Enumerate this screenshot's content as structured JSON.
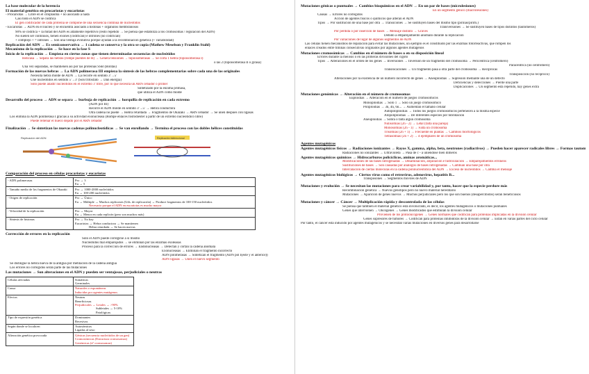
{
  "left": {
    "title": "La base molecular de la herencia",
    "subtitle": "El material genético en procariotas y eucariotas",
    "lines1": [
      "- Procariotas → Libre en el citoplasma + no asociado a nada",
      "Casi todo el ADN se codifica",
      "El gen codificador de cada proteína se compone de una secuencia continua de nucleótidos",
      "- Eucariotas → ADN en el núcleo y se encuentra asociado a histonas + orgánulos membranosos",
      "90% se codifica + la mitad del ADN es altamente repetitivo (resto repetido → Se piensa que estabiliza a los cromosomas / regulación del ADN)",
      "No suelen ser continuos, tienen exones (codifican) e intrones (no codifican)",
      "+ complejo + = intrones → Son una ventaja evolutiva porque ayudan a la recombinación genética (+ variabilidad)"
    ],
    "replication_h": "Replicación del ADN → Es semiconservativa → 1 cadena se conserva y la otra se copia (Mathew Meselson y Franklin Stahl)",
    "mechanism_h": "Mecanismo de la replicación → Se hace en la fase S",
    "start_h": "Inicio de la replicación → Empieza en ciertos zonas que tienen determinadas secuencias de nucleótidos",
    "lines2": [
      "Helicasa → Separa las hebras (rompe puentes de H) → Genera tensiones → topoisomerasas → Se corta 1 hebra (topoisomerasa I)",
      "o las 2 (topoisomerasa II o girasa)",
      "Una vez separadas, se mantienen así por las proteínas SSB (Bolitas)"
    ],
    "new_strands_h": "Formación de las nuevas hebras → La ADN polimerasa III empieza la síntesis de las hebras complementarias sobre cada una de las originales",
    "lines3": [
      "Necesita hebra molde de ADN → La recorre en sentido 3'→5'",
      "Une nucleótidos en sentido 5'→3' (Son trifosfato → Dan energía)",
      "Sólo puede añadir nucleótidos en el extremo 3' libre, por lo que necesita un ARN cebador o primer",
      "Sintetizado por la enzima primasa,",
      "que utiliza el ADN como molde"
    ],
    "dev_h": "Desarrollo del proceso → ADN se separa → burbuja de replicación → horquilla de replicación en cada extremo",
    "lines4": [
      "(ADN pol III)",
      "Recorre el ADN molde en sentido 3'→5' → Hebra conductora",
      "Otra cadena no puede → Hebra retardada → Fragmentos de Okazaki → ARN cebador → Se unen después con ligasas",
      "Los elimina la ADN polimerasa I gracias a su actividad exonucleasa (Rompe enlaces fosfodiéster a partir de un extremo nucleotídico libre)",
      "Puede rellenar el hueco dejado por el ARN cebador"
    ],
    "final_h": "Finalización → Se sintetizan las nuevas cadenas polinucleotídicas → Se van enrollando → Termina el proceso con las dobles hélices constituidas",
    "fig1_caption": "Replicación del ADN",
    "fig2_caption": "Replicación bidireccional",
    "compare_h": "Comparación del proceso en células procariotas y eucariotas",
    "compare_rows": [
      {
        "k": "- ADN polimerasas",
        "v": [
          "Pro → 3",
          "Eu → 5"
        ]
      },
      {
        "k": "- Tamaño medio de los fragmentos de Okazaki",
        "v": [
          "Pro → 1000-2000 nucleótidos",
          "Eu → 100-200 nucleótidos"
        ]
      },
      {
        "k": "- Origen de replicación",
        "v": [
          "Pro → Único",
          "Eu → Múltiple → Muchos replicones (Uds. de replicación) → Produce fragmentos de 100-150 nucleótidos",
          "Necesario porque el ADN en eucariotas es mucho mayor"
        ]
      },
      {
        "k": "- Velocidad de la replicación",
        "v": [
          "Pro → Mayor",
          "Eu → Menor en cada replicón (pero son muchos más)"
        ]
      },
      {
        "k": "- Síntesis de histonas",
        "v": [
          "Pro → No hay",
          "Eucariotas → Hebra conductora → Se mantienen",
          "Hebra retardada → Se hacen nuevas"
        ]
      }
    ],
    "correction_h": "Corrección de errores en la replicación",
    "lines5": [
      "Sólo el ADN puede corregirse a sí mismo",
      "Nucleótidos mal emparejados → se eliminan por las enzimas exoleasas",
      "Proceso para la corrección de errores → Endonucleasas → Detectan y cortan la cadena anómala",
      "Exonucleasas → Eliminan el fragmento incorrecto",
      "ADN polimerasas → Sintetizan el fragmento (ADN pol I(este y el anterior))",
      "ADN ligasas → Unen el nuevo segmento",
      "Se distingue la hebra nueva de la antigua por metilación de la cadena antigua",
      "Los errores no corregidos serán parte de las mutaciones"
    ],
    "mutations_h": "Las mutaciones → Son alteraciones en el ADN y pueden ser ventajosas, perjudiciales o neutras",
    "mut_rows": [
      {
        "k": "Células afectadas",
        "v": [
          "Somáticas",
          "Germinales"
        ]
      },
      {
        "k": "Causa",
        "v": [
          "Naturales o espontáneas",
          "Inducidas por agentes mutágenos"
        ]
      },
      {
        "k": "Efectos",
        "v": [
          "Neutras",
          "Beneficiosas",
          "Perjudiciales → Letales → >90%",
          "Subletales → 5-10%",
          "Patológicas"
        ]
      },
      {
        "k": "Tipo de expresión genética",
        "v": [
          "Dominantes",
          "Recesivas"
        ]
      },
      {
        "k": "Según donde se localicen",
        "v": [
          "Autosómicas",
          "Ligadas al sexo"
        ]
      },
      {
        "k": "Alteración genética provocada",
        "v": [
          "Génicas (secuencia nucleótidos de un gen)",
          "Cromosómicas (Estructura cromosomas)",
          "Genómicas (nº cromosomas)"
        ]
      }
    ]
  },
  "right": {
    "gene_h": "Mutaciones génicas o puntuales → Cambios bioquímicos en el ADN → En un par de bases (microlesiones)",
    "gene_lines": [
      "En un segmento génico (macrolesiones)",
      "Causas → Errores no corregidos",
      "Acción de agentes físicos o químicos que alteran el ADN",
      "Tipos → Por sustitución de una base por otra → Transiciones → Se sustituyen bases del mismo tipo (pirinas/pirim.)",
      "Transversiones → Se sustituyen bases de tipos distintos (tautómeros)",
      "Por pérdida o por inserción de bases → Mensaje distinto → Graves",
      "Debido a emparejamiento anómalo durante la replicación",
      "Por variaciones de lugar de algunos segmentos de ADN",
      "Las células tienen mecanismos de reparación para evitar las mutaciones, un ejemplo es el constituido por las enzimas fotorreactivas, que rompen los",
      "enlaces creados entre timinas consecutivas originados por algunos agentes mutágenos"
    ],
    "chrom_h": "Mutaciones cromosómicas → Cambios en el número de bases o en su disposición lineal",
    "chrom_lines": [
      "Errores durante la meiosis o en las primeras divisiones del cigoto",
      "Tipos → Alteraciones en el orden de los genes → Inversiones → Inversión de un fragmento del cromosoma → Pericéntrica (centrómero)",
      "Paracéntrica (no centrómero)",
      "Translocaciones → Un fragmento pasa a otra parte del cromosoma → Recíprocas",
      "Transposición (no recíproco)",
      "Alteraciones por la existencia de un número incorrecto de genes → Aneuploidías → Supresión mediante una de un defecto",
      "Deficiencias y delecciones → Pierde una parte",
      "Duplicaciones → Un segmento está repetido, hay genes extra"
    ],
    "genomic_h": "Mutaciones genómicas → Alteración en el número de cromosomas",
    "genomic_lines": [
      "Euploidías → Alteración en el número de juegos cromosómicos",
      "Monoploidías → Solo 1 → Solo un juego cromosómico",
      "Poliploidías → 3n, 4n, 6n... → Aumentan el tamaño celular",
      "Autopoliploidías → Todos los juegos cromosómicos pertenecen a la misma especie",
      "Alopoliploidías → De diferentes especies por hibridación",
      "Aneuploidías → Sobra o falta algún cromosoma",
      "Nulisomías (2n - 2) → Letal (falta una pareja)",
      "Monosomías (2n - 1) → Falta un cromosoma",
      "Trisomías (2n + 1) → Frecuente en plantas → Cambios morfológicos",
      "Tetrasomías (2n + 2) → 4 ejemplares de un cromosoma"
    ],
    "agents_h": "Agentes mutagénicos",
    "agents_lines": [
      "Agentes mutagénicos físicos → Radiaciones ionizantes → Rayos X, gamma, alpha, beta, neutrones (radiactivos) → Pueden hacer aparecer radicales libres → Formas tautoméricas",
      "Radiaciones no ionizantes → Ultravioleta → Pasa de c - a uniéndose bien dímeros",
      "Agentes mutagénicos químicos → Hidrocarburos policíclicos, aminas aromáticas...",
      "Modificaciones de las bases nitrogenadas → Desaminación, alquilación e hidroxilación → Emparejamientos erróneos",
      "Sustituciones de bases → Son causadas por análogos de bases nitrogenadas → Cambian una base por otra",
      "Intercalación de ciertas moléculas en la cadena polinucleotídica del ADN → Exceso de nucleótidos → Cambia el mensaje",
      "Agentes mutagénicos biológicos → Ciertos virus como el retrovirus, adenovirus, hepatitis B...",
      "Transposones → Segmentos móviles de ADN"
    ],
    "evo_h": "Mutaciones y evolución → Se necesitan las mutaciones para crear variabilidad y, por tanto, hacer que la especie perdure más",
    "evo_lines": [
      "Recombinación genética → Nuevos genotipos pero no nuevo material hereditario",
      "Mutaciones → Aparición de genes nuevos → Muchos perjudiciales pero los que son buenos (desapercibidos) serán beneficiosos"
    ],
    "cancer_h": "Mutaciones y cáncer → Cáncer → Multiplicación rápida y descontrolada de las células",
    "cancer_lines": [
      "Se piensa que también el material genético está involucrado, es decir, los agentes mutagénicos o mutaciones puntuales",
      "Genes que intervienen → Oncogenes → Genes modificados que estimulan la división celular",
      "Provienen de los protooncogenes → Genes normales que codifican para proteínas implicadas en la división celular",
      "Genes supresores de tumores → Codifican para proteínas inhibidoras de la división celular → Están en varias partes del ciclo celular",
      "Por tanto, el cáncer está inducido por agentes mutagénicos y se necesitan varias mutaciones en diversos genes para desarrollarse"
    ]
  }
}
